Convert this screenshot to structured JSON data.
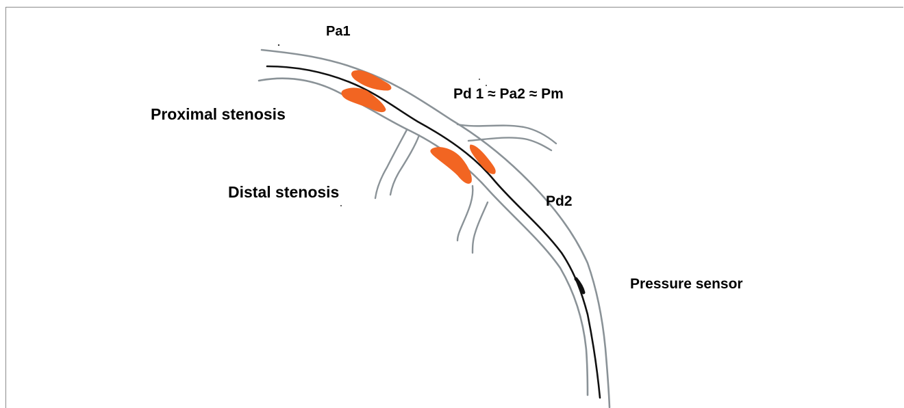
{
  "labels": {
    "pa1": "Pa1",
    "pd1_equation": "Pd 1 ≈ Pa2 ≈ Pm",
    "proximal_stenosis": "Proximal stenosis",
    "distal_stenosis": "Distal stenosis",
    "pd2": "Pd2",
    "pressure_sensor": "Pressure sensor"
  },
  "colors": {
    "vessel_wall": "#8a9297",
    "guidewire": "#111111",
    "stenosis": "#f26522",
    "frame": "#8a8a8a"
  }
}
